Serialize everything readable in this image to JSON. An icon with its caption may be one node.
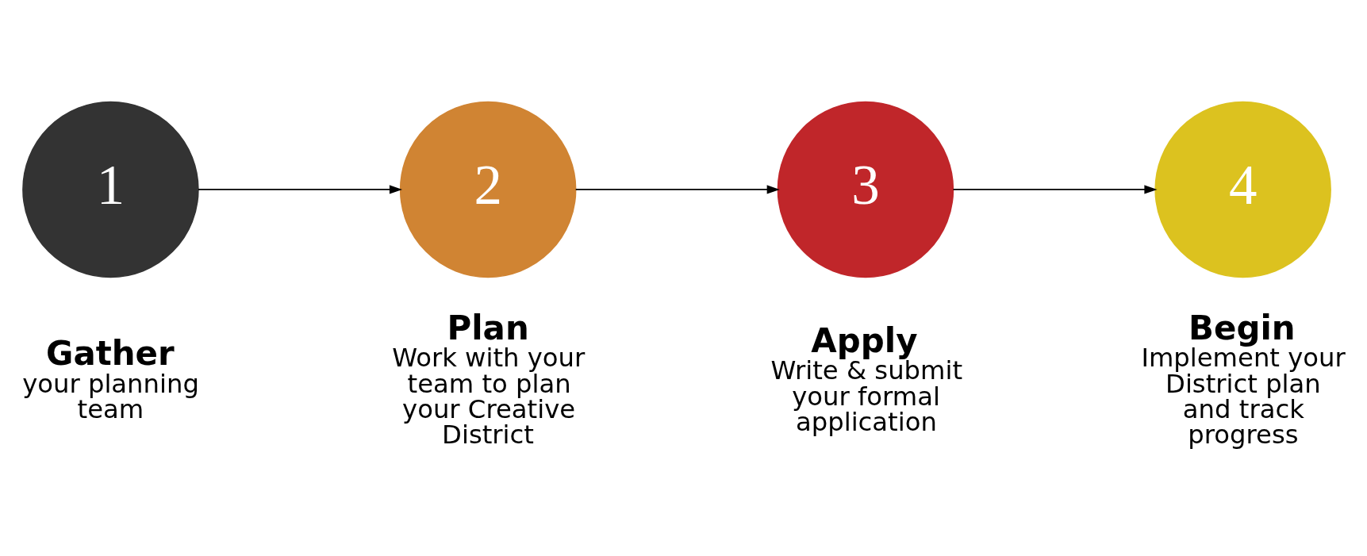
{
  "diagram": {
    "nodes": [
      {
        "text": [
          "1"
        ],
        "beside": [
          "Gather",
          "your planning team"
        ]
      },
      {
        "text": [
          "2"
        ],
        "beside": [
          "Plan",
          "Work with your team to plan your Creative District"
        ]
      },
      {
        "text": [
          "3"
        ],
        "beside": [
          "Apply",
          "Write & submit your formal application"
        ]
      },
      {
        "text": [
          "4"
        ],
        "beside": [
          "Begin",
          "Implement your District plan and track progress"
        ]
      }
    ],
    "edges": [
      {
        "from": 0,
        "to": 1,
        "arrow": "to"
      },
      {
        "from": 1,
        "to": 2,
        "arrow": "to"
      },
      {
        "from": 2,
        "to": 3,
        "arrow": "to"
      }
    ]
  }
}
